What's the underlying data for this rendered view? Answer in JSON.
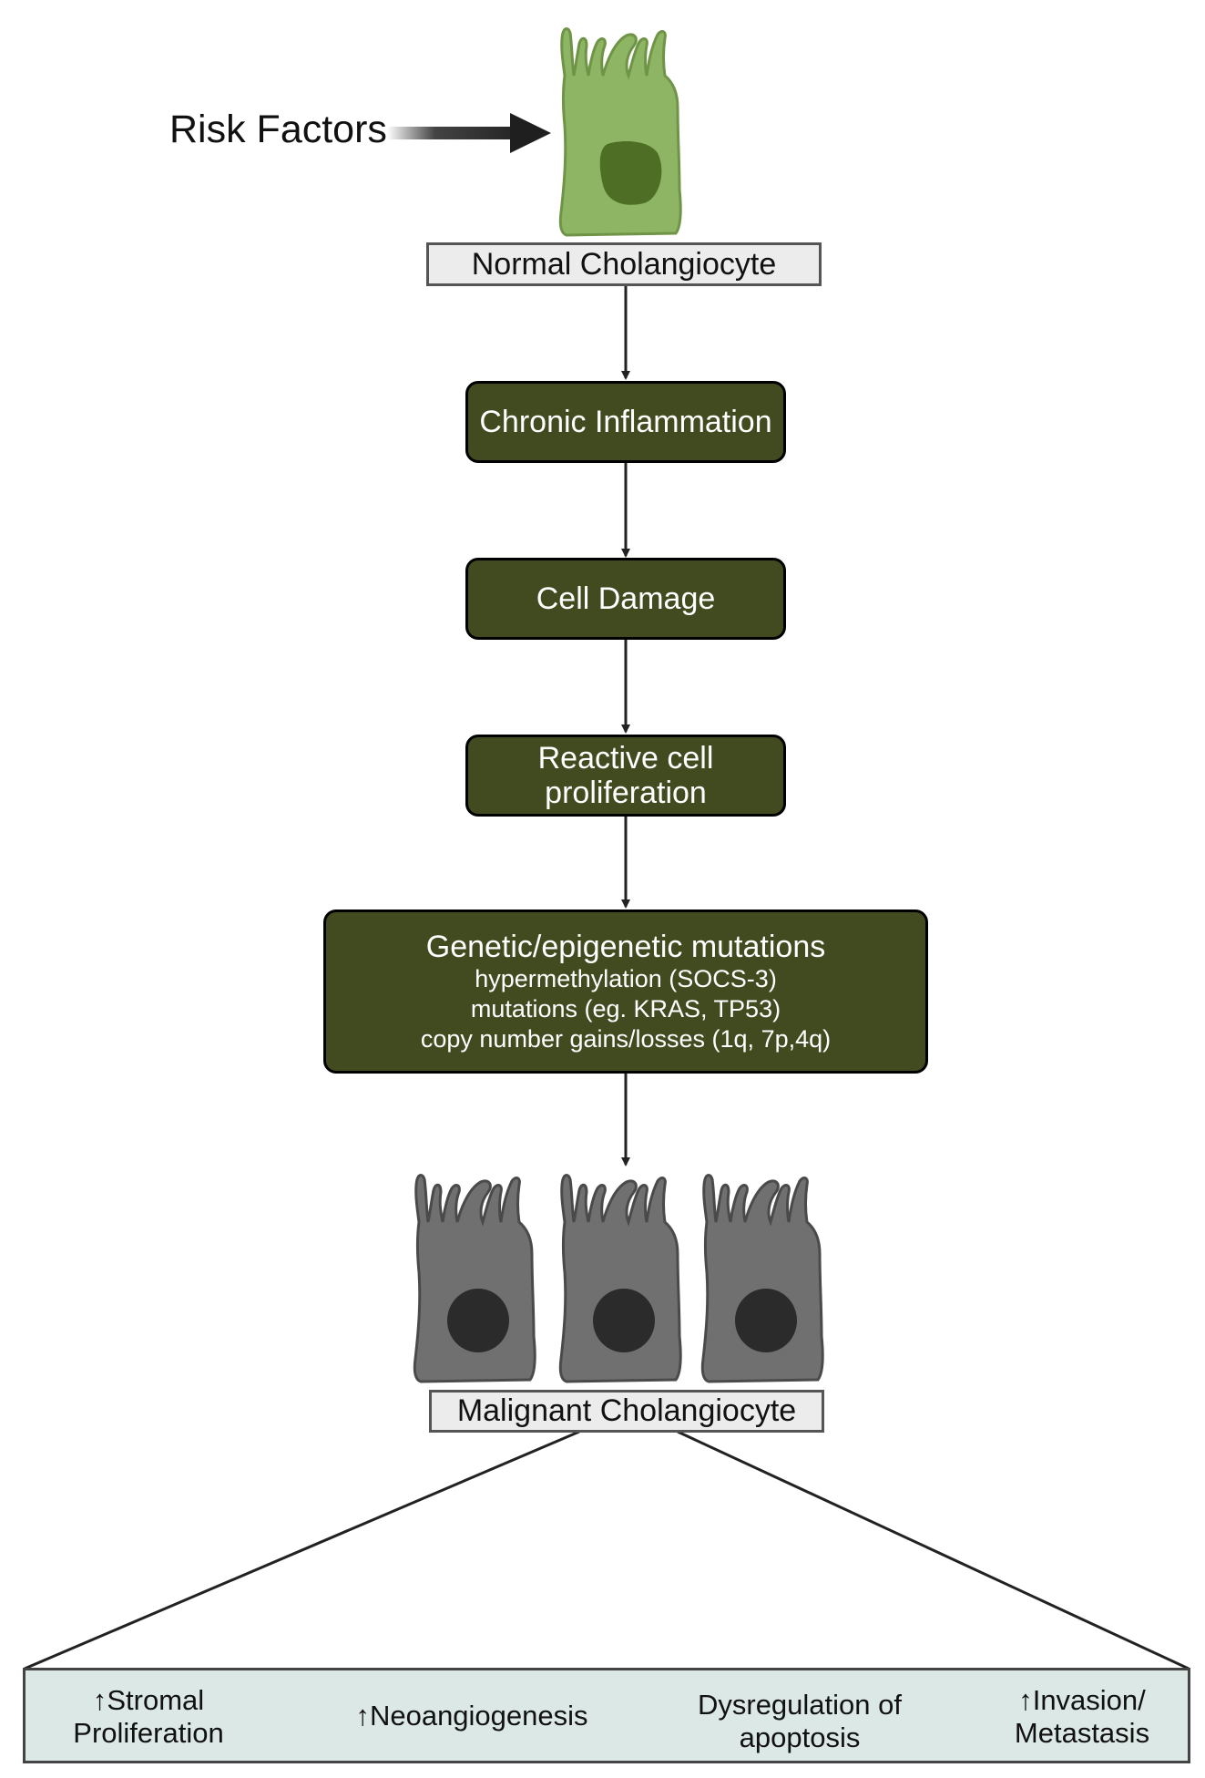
{
  "risk_factors": "Risk Factors",
  "normal_cell_label": "Normal Cholangiocyte",
  "steps": [
    {
      "title": "Chronic Inflammation"
    },
    {
      "title": "Cell Damage"
    },
    {
      "title": "Reactive cell",
      "title2": "proliferation"
    },
    {
      "title": "Genetic/epigenetic mutations",
      "lines": [
        "hypermethylation (SOCS-3)",
        "mutations (eg. KRAS, TP53)",
        "copy number gains/losses (1q, 7p,4q)"
      ]
    }
  ],
  "malignant_cell_label": "Malignant Cholangiocyte",
  "outcomes": [
    {
      "line1": "↑Stromal",
      "line2": "Proliferation"
    },
    {
      "line1": "↑Neoangiogenesis"
    },
    {
      "line1": "Dysregulation of",
      "line2": "apoptosis"
    },
    {
      "line1": "↑Invasion/",
      "line2": "Metastasis"
    }
  ],
  "colors": {
    "normal_cell": "#8db563",
    "normal_nucleus": "#4e6e25",
    "step_box": "#424b20",
    "malignant_cell": "#707070",
    "malignant_nucleus": "#2b2b2b",
    "label_box": "#ececec",
    "outcome_panel": "#dce8e6"
  },
  "icons": [
    "risk-arrow-icon",
    "normal-cholangiocyte-icon",
    "malignant-cholangiocyte-icon",
    "down-arrow-icon"
  ]
}
